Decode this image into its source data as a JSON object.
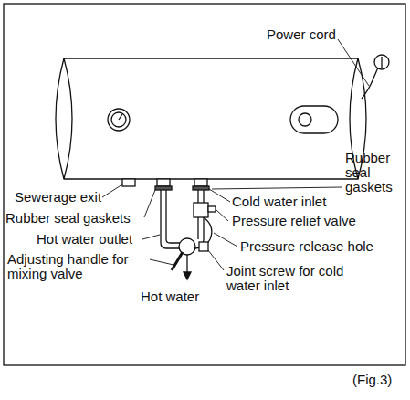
{
  "diagram": {
    "caption": "(Fig.3)",
    "labels": [
      "Power cord",
      "Rubber seal gaskets",
      "Sewerage exit",
      "Cold water inlet",
      "Rubber seal gaskets",
      "Pressure relief valve",
      "Hot water outlet",
      "Pressure release hole",
      "Adjusting handle for mixing valve",
      "Joint screw for cold water inlet",
      "Hot water"
    ]
  }
}
